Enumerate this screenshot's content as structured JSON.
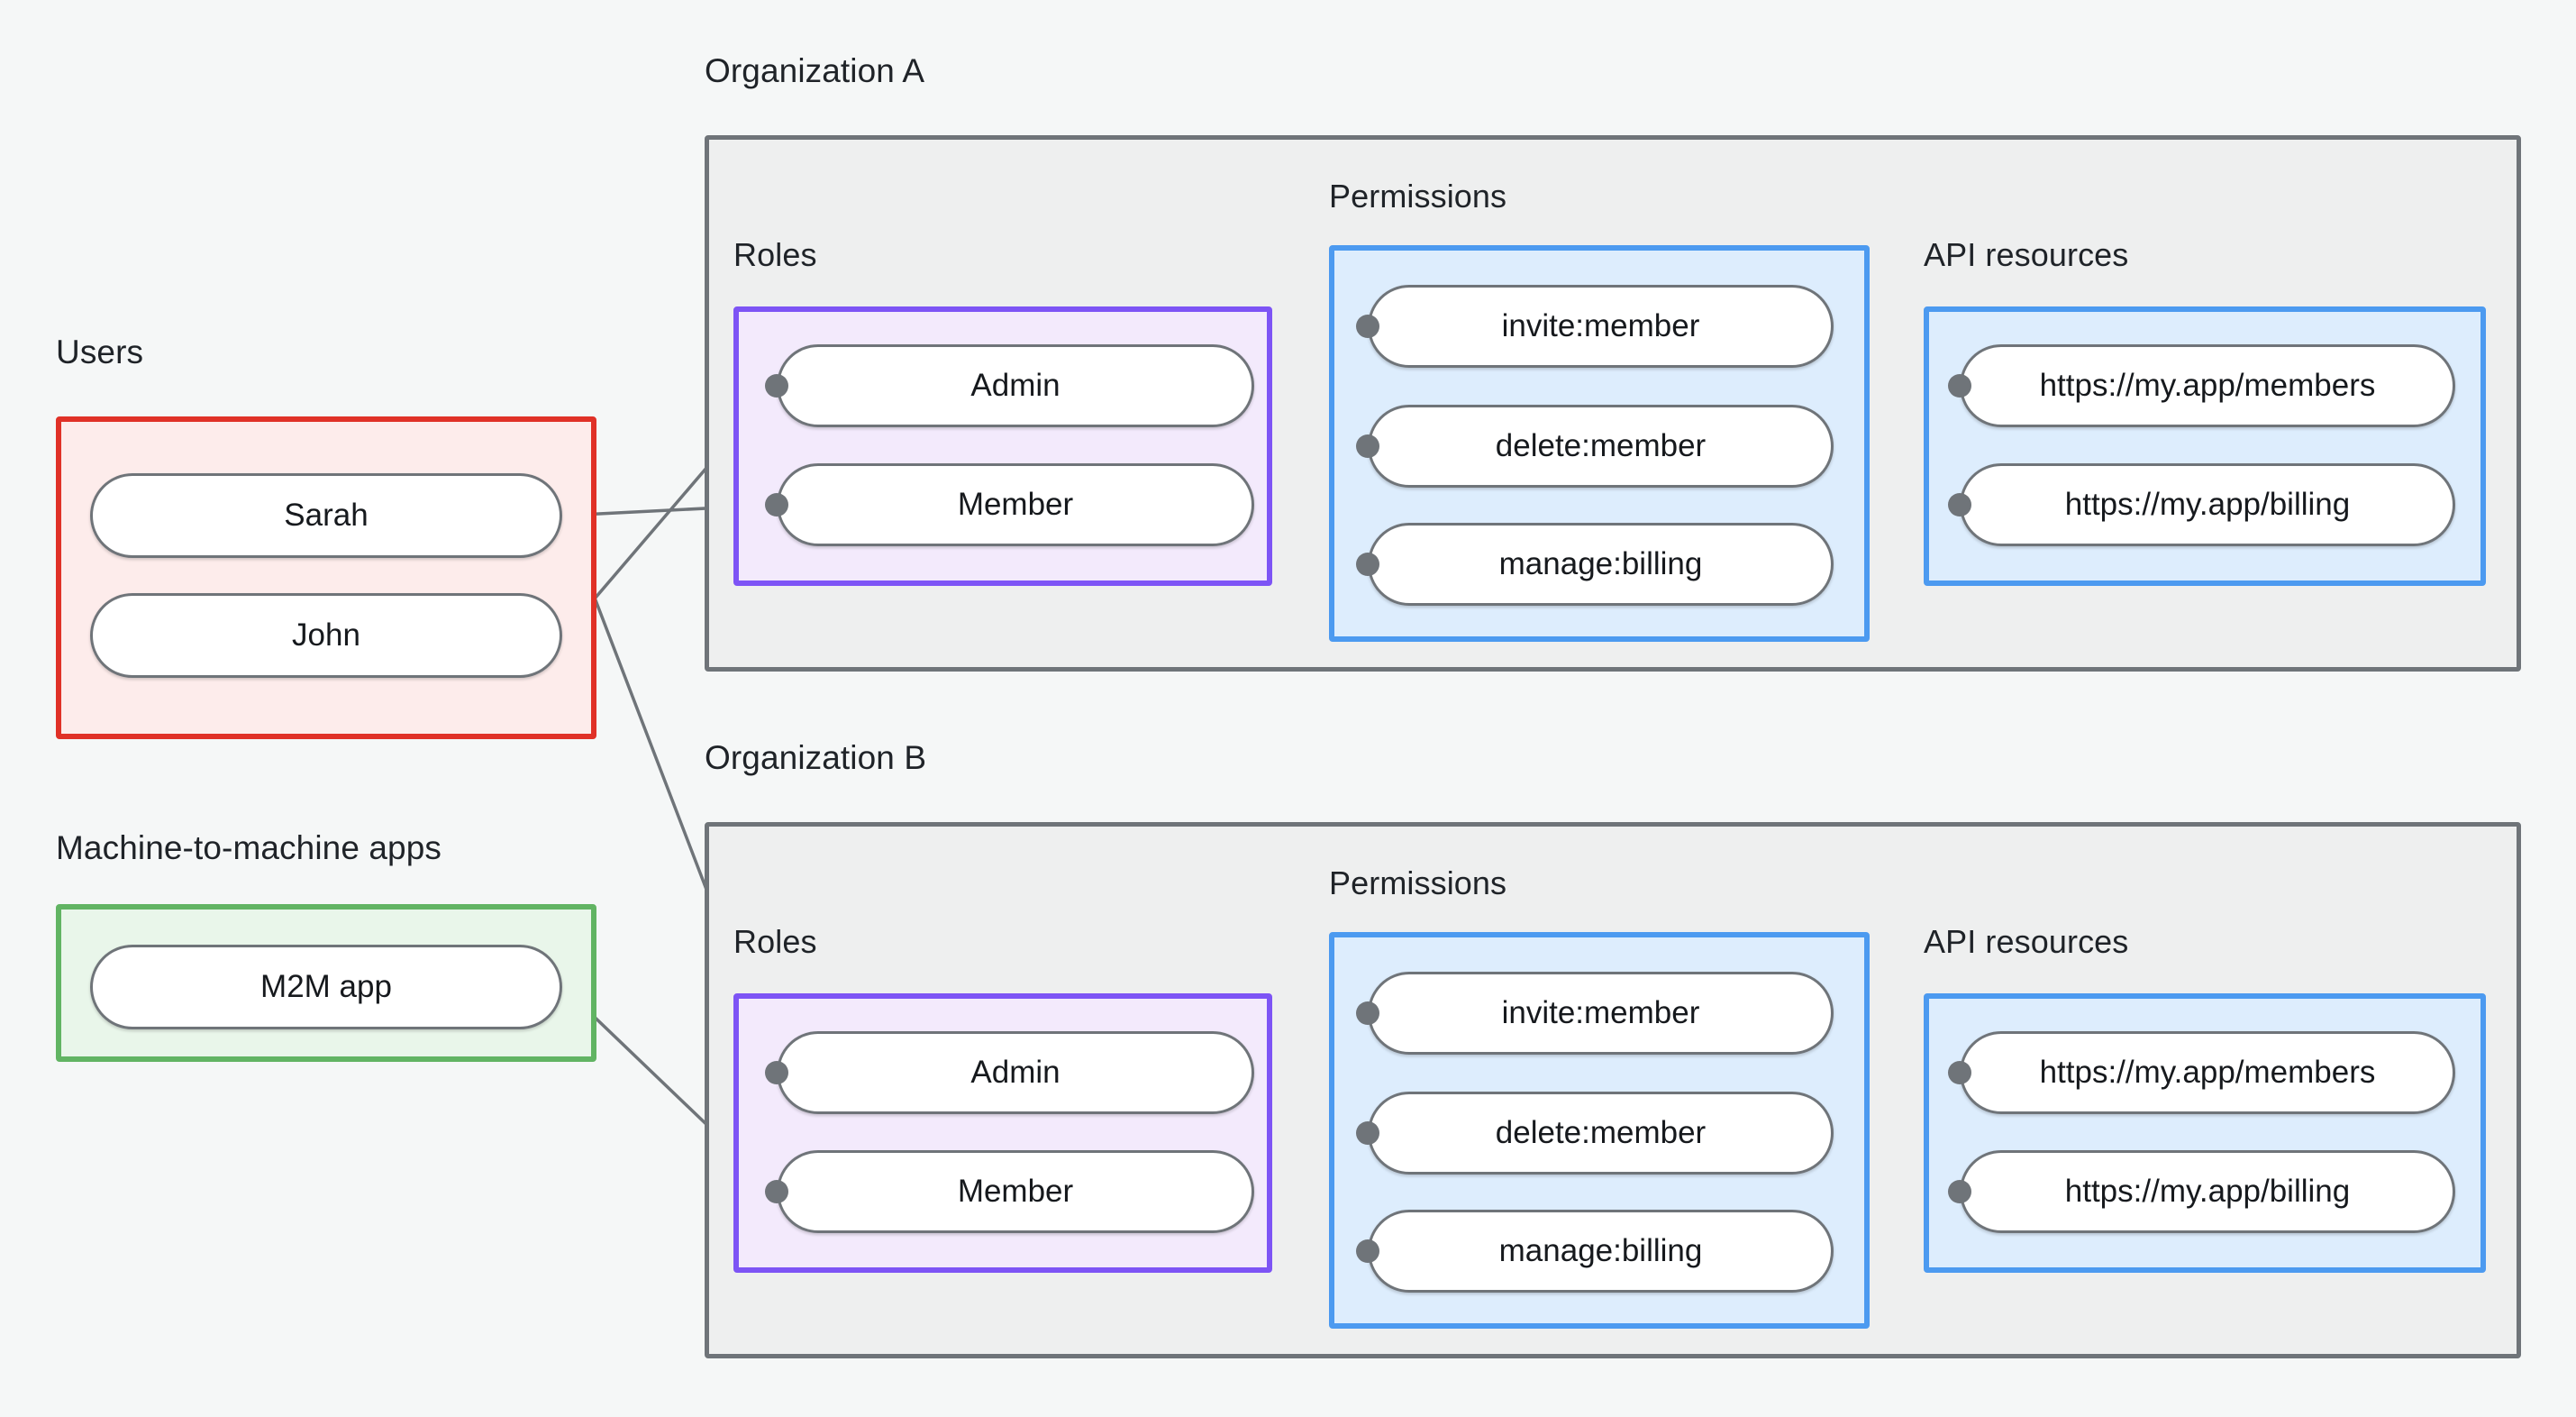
{
  "diagram": {
    "title_users": "Users",
    "title_m2m": "Machine-to-machine apps",
    "orgs": [
      {
        "name": "Organization A",
        "roles_label": "Roles",
        "permissions_label": "Permissions",
        "api_resources_label": "API resources",
        "roles": [
          "Admin",
          "Member"
        ],
        "permissions": [
          "invite:member",
          "delete:member",
          "manage:billing"
        ],
        "api_resources": [
          "https://my.app/members",
          "https://my.app/billing"
        ]
      },
      {
        "name": "Organization B",
        "roles_label": "Roles",
        "permissions_label": "Permissions",
        "api_resources_label": "API resources",
        "roles": [
          "Admin",
          "Member"
        ],
        "permissions": [
          "invite:member",
          "delete:member",
          "manage:billing"
        ],
        "api_resources": [
          "https://my.app/members",
          "https://my.app/billing"
        ]
      }
    ],
    "users": [
      "Sarah",
      "John"
    ],
    "m2m_apps": [
      "M2M app"
    ],
    "colors": {
      "background": "#f5f7f7",
      "users_border": "#e03127",
      "users_fill": "#fdeceb",
      "m2m_border": "#61b463",
      "m2m_fill": "#e9f6ea",
      "roles_border": "#7d54f5",
      "roles_fill": "#f3eafc",
      "permissions_border": "#4c9af0",
      "permissions_fill": "#ddedfd",
      "api_border": "#4c9af0",
      "api_fill": "#ddedfd",
      "container_border": "#6f7479",
      "container_fill": "#eeefef",
      "edge": "#6f7479",
      "pill_border": "#6f7479",
      "pill_fill": "#ffffff",
      "text": "#16191d"
    },
    "connections": [
      {
        "from": "Sarah",
        "to": "Organization A / Member"
      },
      {
        "from": "John",
        "to": "Organization A / Admin"
      },
      {
        "from": "Sarah",
        "to": "Organization B / Admin"
      },
      {
        "from": "M2M app",
        "to": "Organization B / Member"
      },
      {
        "from": "Organization A / Admin",
        "to": "invite:member"
      },
      {
        "from": "Organization A / Admin",
        "to": "delete:member"
      },
      {
        "from": "Organization A / Member",
        "to": "manage:billing"
      },
      {
        "from": "invite:member",
        "to": "https://my.app/members"
      },
      {
        "from": "delete:member",
        "to": "https://my.app/members"
      },
      {
        "from": "manage:billing",
        "to": "https://my.app/billing"
      },
      {
        "from": "Organization B / Admin",
        "to": "invite:member"
      },
      {
        "from": "Organization B / Admin",
        "to": "delete:member"
      },
      {
        "from": "Organization B / Member",
        "to": "manage:billing"
      },
      {
        "from": "invite:member",
        "to": "https://my.app/members"
      },
      {
        "from": "delete:member",
        "to": "https://my.app/members"
      },
      {
        "from": "manage:billing",
        "to": "https://my.app/billing"
      }
    ]
  }
}
